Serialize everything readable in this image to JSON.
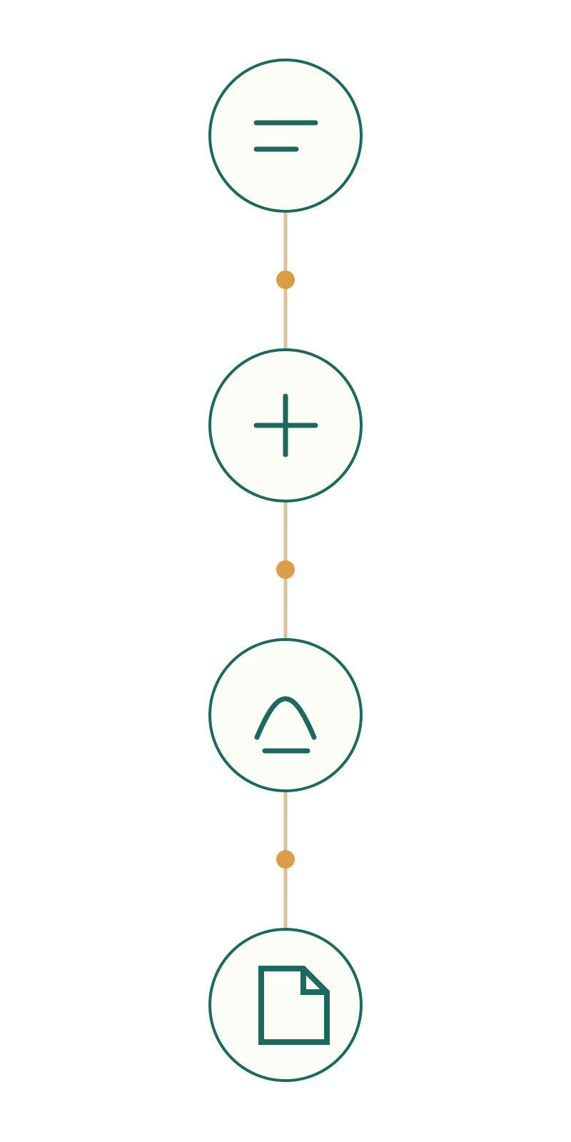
{
  "colors": {
    "background": "#ffffff",
    "node_fill": "#fdfdf8",
    "node_stroke": "#1d695e",
    "icon_color": "#1d695e",
    "connector": "#d8c29c",
    "connector_dot": "#d99e46"
  },
  "nodes": [
    {
      "icon": "equals-icon"
    },
    {
      "icon": "plus-icon"
    },
    {
      "icon": "approximately-bar-icon"
    },
    {
      "icon": "document-icon"
    }
  ],
  "connectors": [
    {
      "from": 0,
      "to": 1
    },
    {
      "from": 1,
      "to": 2
    },
    {
      "from": 2,
      "to": 3
    }
  ]
}
